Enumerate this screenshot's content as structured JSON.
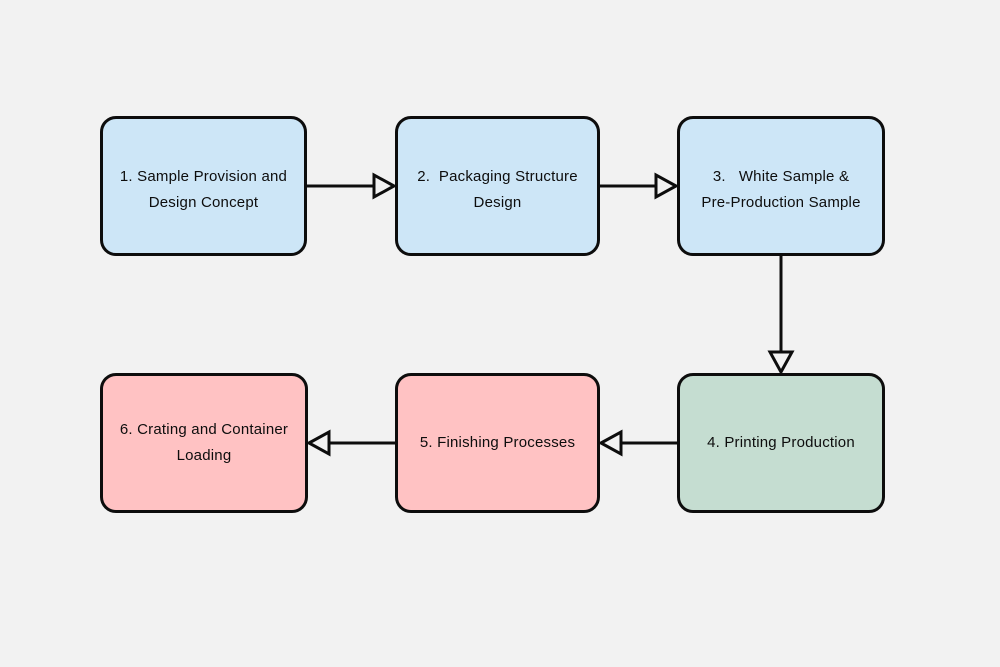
{
  "diagram": {
    "background_color": "#f2f2f2",
    "stroke_color": "#0d0d0d",
    "node_colors": {
      "blue": "#cde6f7",
      "green": "#c5ddd1",
      "pink": "#ffc2c3"
    },
    "nodes": [
      {
        "id": "1",
        "lines": [
          "1. Sample Provision and",
          "Design Concept"
        ],
        "fill_color": "#cde6f7"
      },
      {
        "id": "2",
        "lines": [
          "2.  Packaging Structure",
          "Design"
        ],
        "fill_color": "#cde6f7"
      },
      {
        "id": "3",
        "lines": [
          "3.   White Sample &",
          "Pre-Production Sample"
        ],
        "fill_color": "#cde6f7"
      },
      {
        "id": "4",
        "lines": [
          "4. Printing Production"
        ],
        "fill_color": "#c5ddd1"
      },
      {
        "id": "5",
        "lines": [
          "5. Finishing Processes"
        ],
        "fill_color": "#ffc2c3"
      },
      {
        "id": "6",
        "lines": [
          "6. Crating and Container",
          "Loading"
        ],
        "fill_color": "#ffc2c3"
      }
    ],
    "edges": [
      {
        "from": "1",
        "to": "2",
        "direction": "right",
        "arrowhead": "hollow-triangle"
      },
      {
        "from": "2",
        "to": "3",
        "direction": "right",
        "arrowhead": "hollow-triangle"
      },
      {
        "from": "3",
        "to": "4",
        "direction": "down",
        "arrowhead": "hollow-triangle"
      },
      {
        "from": "4",
        "to": "5",
        "direction": "left",
        "arrowhead": "hollow-triangle"
      },
      {
        "from": "5",
        "to": "6",
        "direction": "left",
        "arrowhead": "hollow-triangle"
      }
    ]
  }
}
